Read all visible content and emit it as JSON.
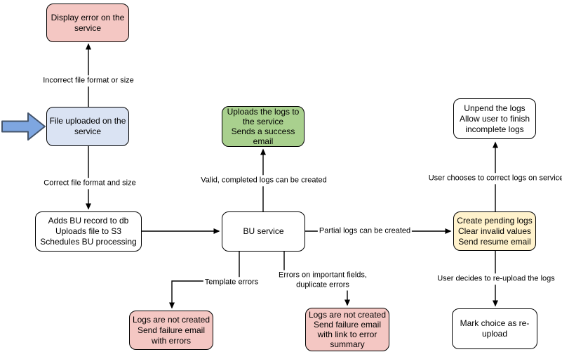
{
  "colors": {
    "edge": "#000000",
    "node_border": "#000000",
    "pink": "#f4c7c3",
    "blue": "#dae3f3",
    "green": "#a9d08e",
    "yellow": "#fff2cc",
    "white": "#ffffff",
    "input_arrow_fill": "#7ea6e0",
    "input_arrow_stroke": "#44546a"
  },
  "nodes": {
    "display_error": {
      "label": "Display error on the\nservice"
    },
    "file_uploaded": {
      "label": "File uploaded on the\nservice"
    },
    "adds_bu_record": {
      "label": "Adds BU record to db\nUploads file to S3\nSchedules BU processing"
    },
    "bu_service": {
      "label": "BU service"
    },
    "upload_success": {
      "label": "Uploads the logs to\nthe service\nSends a success\nemail"
    },
    "unpend_logs": {
      "label": "Unpend the logs\nAllow user to finish\nincomplete logs"
    },
    "create_pending": {
      "label": "Create pending logs\nClear invalid values\nSend resume email"
    },
    "mark_reupload": {
      "label": "Mark choice as re-\nupload"
    },
    "failure_with_errors": {
      "label": "Logs are not created\nSend failure email\nwith errors"
    },
    "failure_with_summary": {
      "label": "Logs are not created\nSend failure email\nwith link to error\nsummary"
    }
  },
  "edge_labels": {
    "incorrect_file": "Incorrect file format or size",
    "correct_file": "Correct file format and size",
    "valid_logs": "Valid, completed logs can be created",
    "partial_logs": "Partial logs can be created",
    "template_errors": "Template errors",
    "important_fields": "Errors on important fields,\nduplicate errors",
    "user_corrects": "User chooses to correct logs on service",
    "user_reuploads": "User decides to re-upload the logs"
  }
}
